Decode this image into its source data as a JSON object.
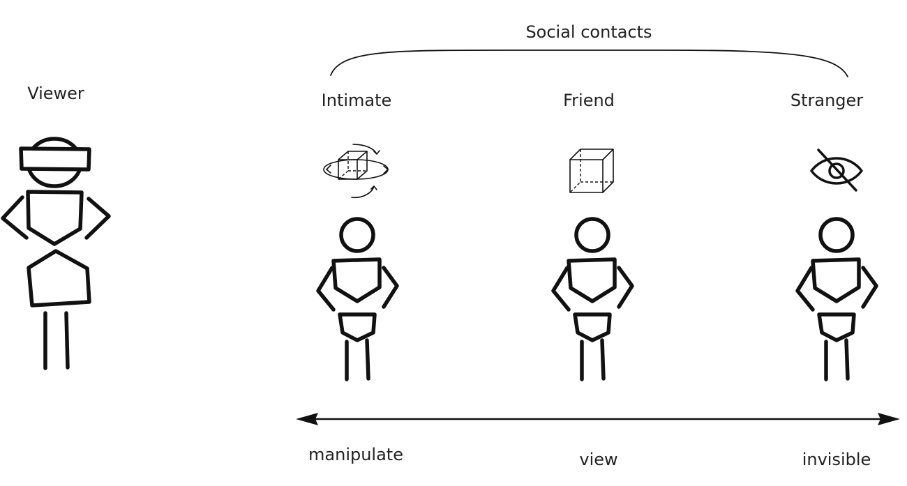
{
  "group_label": "Social contacts",
  "viewer_label": "Viewer",
  "contacts": [
    {
      "label": "Intimate",
      "action": "manipulate",
      "icon": "rotate-cube-icon"
    },
    {
      "label": "Friend",
      "action": "view",
      "icon": "cube-icon"
    },
    {
      "label": "Stranger",
      "action": "invisible",
      "icon": "eye-off-icon"
    }
  ]
}
